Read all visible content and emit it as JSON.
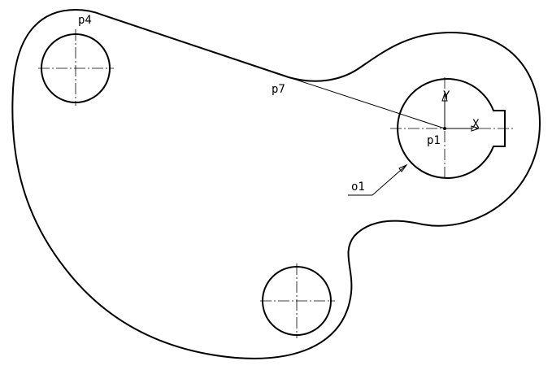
{
  "drawing": {
    "labels": {
      "p4": "p4",
      "p7": "p7",
      "p1": "p1",
      "o1": "o1",
      "axis_x": "X",
      "axis_y": "Y"
    },
    "line_color": "#000000",
    "background": "#ffffff"
  }
}
